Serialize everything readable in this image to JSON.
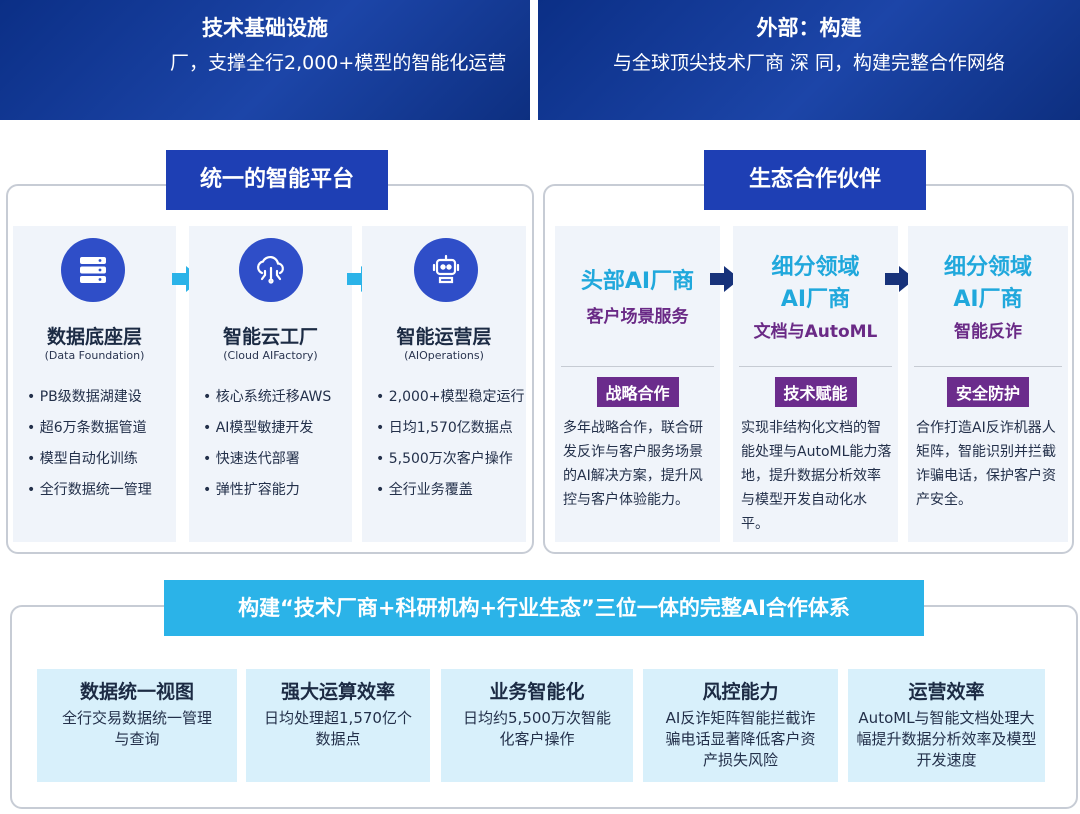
{
  "top_banners": {
    "left": {
      "title": "技术基础设施",
      "desc": "厂，支撑全行2,000+模型的智能化运营"
    },
    "right": {
      "title": "外部：构建",
      "desc": "与全球顶尖技术厂商 深 同，构建完整合作网络"
    }
  },
  "platform": {
    "title": "统一的智能平台",
    "columns": [
      {
        "icon": "database-icon",
        "title": "数据底座层",
        "subtitle": "(Data Foundation)",
        "items": [
          "PB级数据湖建设",
          "超6万条数据管道",
          "模型自动化训练",
          "全行数据统一管理"
        ]
      },
      {
        "icon": "cloud-network-icon",
        "title": "智能云工厂",
        "subtitle": "(Cloud AIFactory)",
        "items": [
          "核心系统迁移AWS",
          "AI模型敏捷开发",
          "快速迭代部署",
          "弹性扩容能力"
        ]
      },
      {
        "icon": "robot-icon",
        "title": "智能运营层",
        "subtitle": "(AIOperations)",
        "items": [
          "2,000+模型稳定运行",
          "日均1,570亿数据点",
          "5,500万次客户操作",
          "全行业务覆盖"
        ]
      }
    ]
  },
  "ecosystem": {
    "title": "生态合作伙伴",
    "partners": [
      {
        "title_lines": [
          "头部AI厂商"
        ],
        "subtitle": "客户场景服务",
        "tag": "战略合作",
        "desc": "多年战略合作，联合研发反诈与客户服务场景的AI解决方案，提升风控与客户体验能力。"
      },
      {
        "title_lines": [
          "细分领域",
          "AI厂商"
        ],
        "subtitle": "文档与AutoML",
        "tag": "技术赋能",
        "desc": "实现非结构化文档的智能处理与AutoML能力落地，提升数据分析效率与模型开发自动化水平。"
      },
      {
        "title_lines": [
          "细分领域",
          "AI厂商"
        ],
        "subtitle": "智能反诈",
        "tag": "安全防护",
        "desc": "合作打造AI反诈机器人矩阵，智能识别并拦截诈骗电话，保护客户资产安全。"
      }
    ]
  },
  "system": {
    "title": "构建“技术厂商+科研机构+行业生态”三位一体的完整AI合作体系",
    "cards": [
      {
        "title": "数据统一视图",
        "desc": "全行交易数据统一管理与查询"
      },
      {
        "title": "强大运算效率",
        "desc": "日均处理超1,570亿个数据点"
      },
      {
        "title": "业务智能化",
        "desc": "日均约5,500万次智能化客户操作"
      },
      {
        "title": "风控能力",
        "desc": "AI反诈矩阵智能拦截诈骗电话显著降低客户资产损失风险"
      },
      {
        "title": "运营效率",
        "desc": "AutoML与智能文档处理大幅提升数据分析效率及模型开发速度"
      }
    ]
  },
  "colors": {
    "navy": "#1e3fb4",
    "cyan": "#2bb3e8",
    "purple": "#6b2c8c",
    "panel_bg": "#f0f4fa",
    "card_bg": "#d8f0fb"
  }
}
